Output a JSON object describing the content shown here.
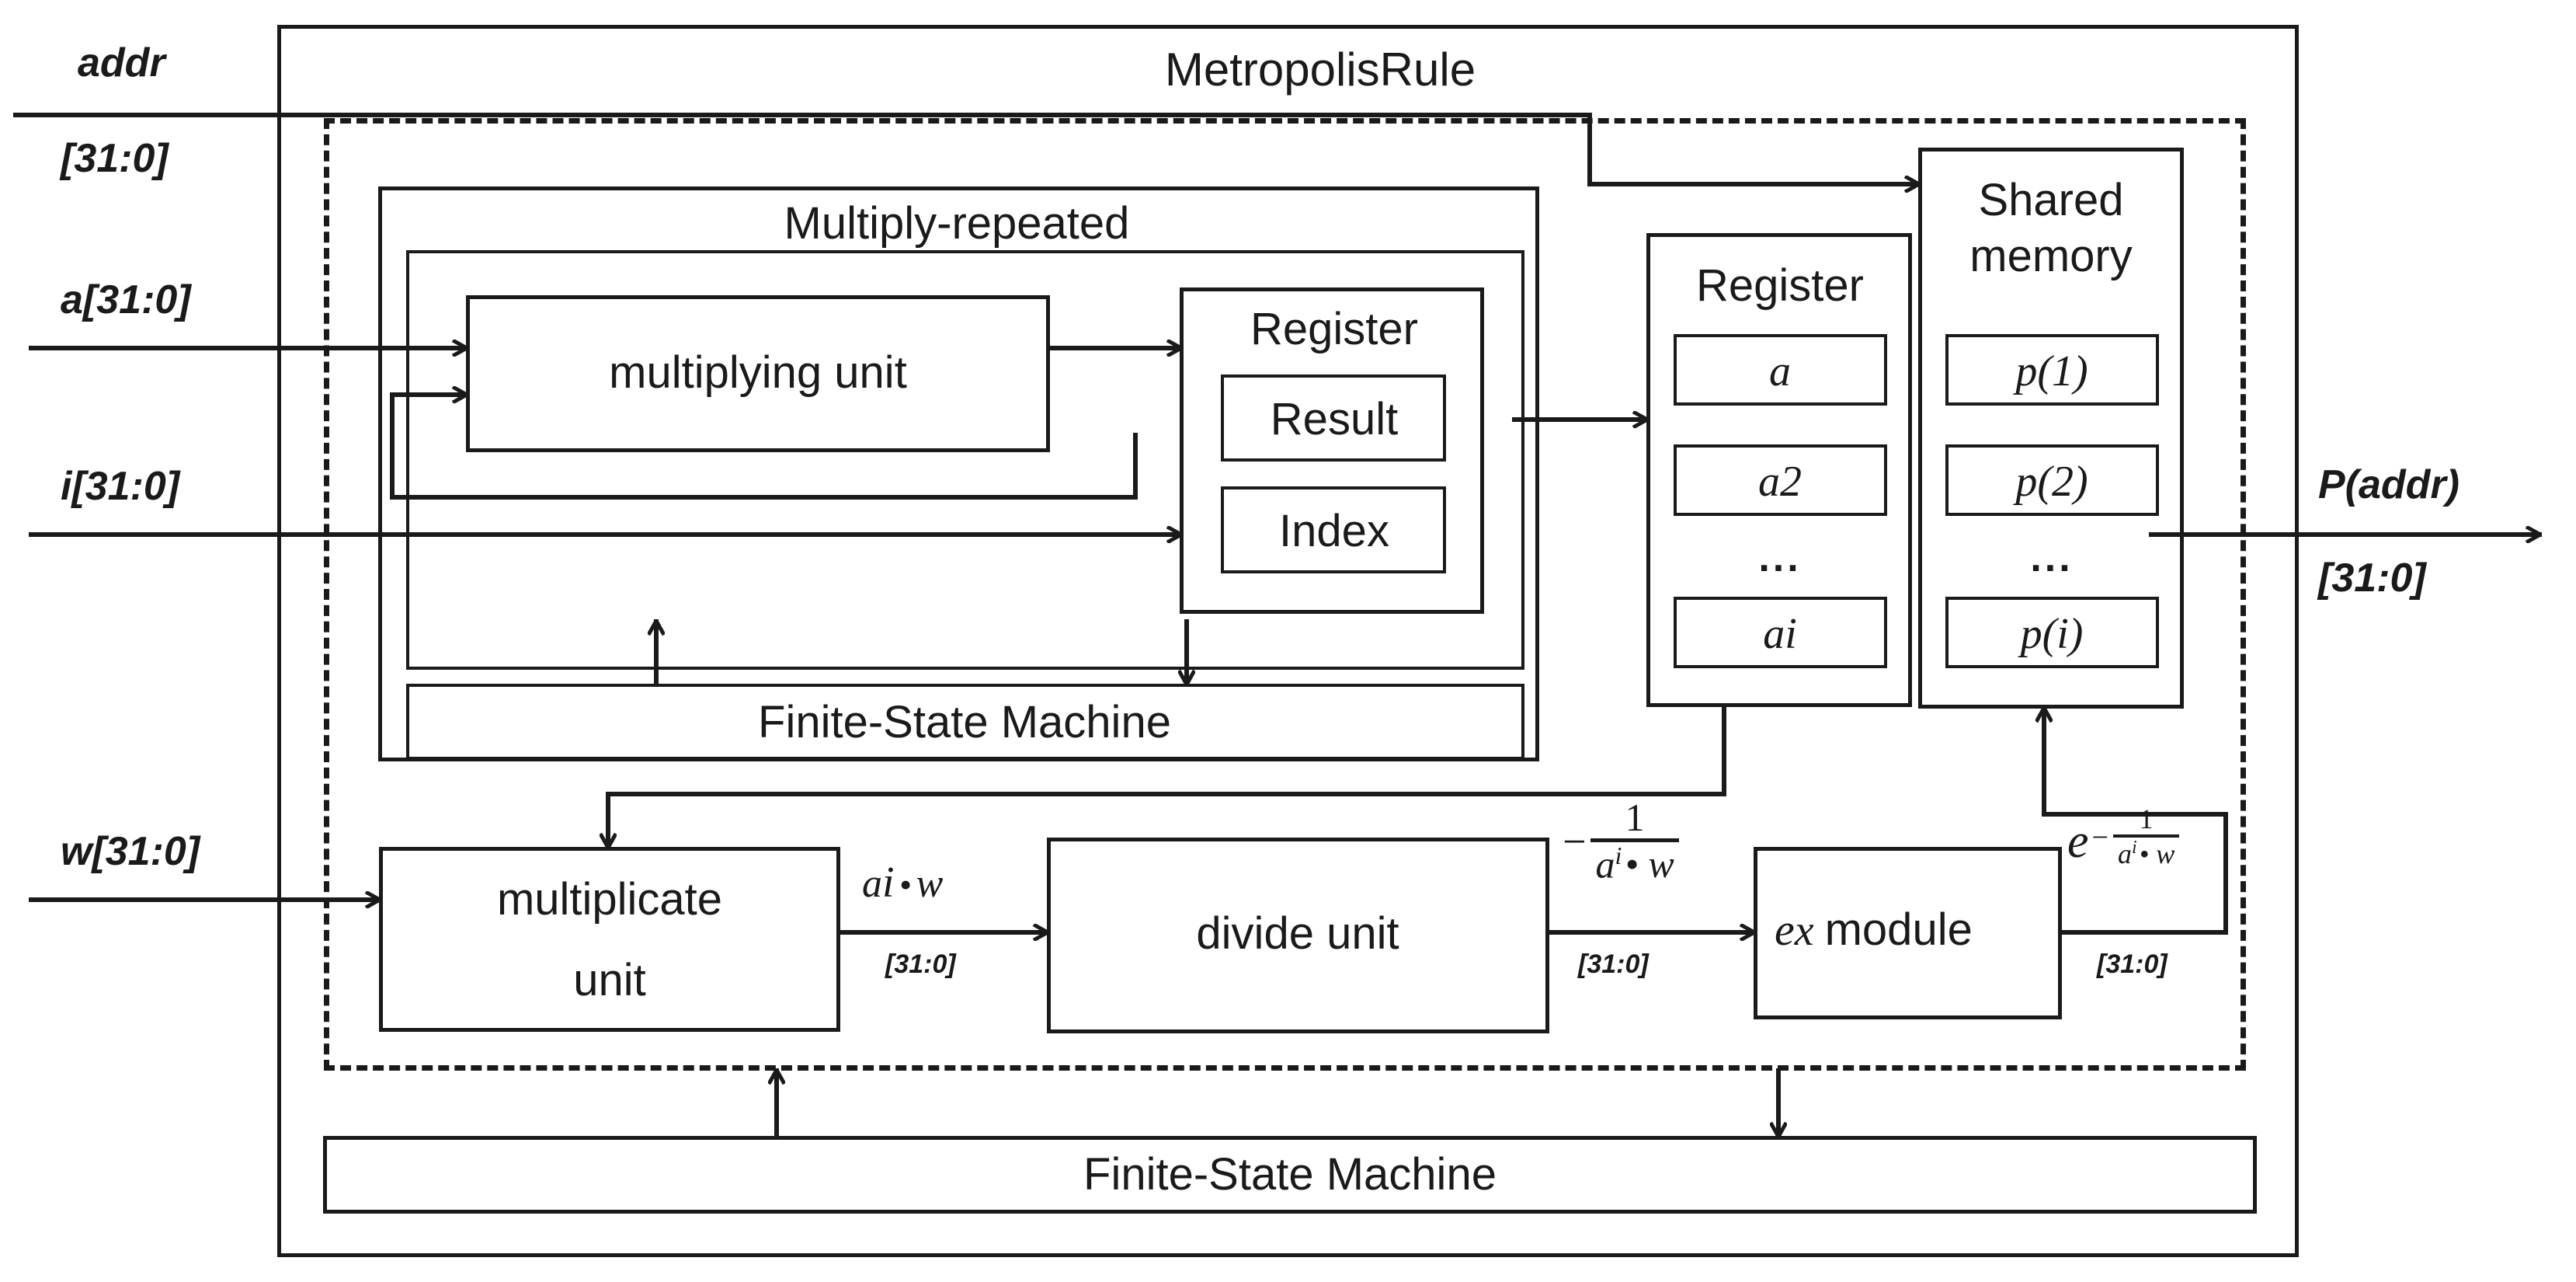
{
  "diagram": {
    "type": "block-diagram",
    "title": "MetropolisRule",
    "outer_module_label": "MetropolisRule",
    "dashed_region": "datapath-boundary"
  },
  "ports": {
    "inputs": [
      {
        "name": "addr",
        "label": "addr",
        "width": "[31:0]"
      },
      {
        "name": "a",
        "label": "a[31:0]",
        "width": ""
      },
      {
        "name": "i",
        "label": "i[31:0]",
        "width": ""
      },
      {
        "name": "w",
        "label": "w[31:0]",
        "width": ""
      }
    ],
    "outputs": [
      {
        "name": "P_addr",
        "label": "P(addr)",
        "width": "[31:0]"
      }
    ]
  },
  "blocks": {
    "multiply_repeated": "Multiply-repeated",
    "multiplying_unit": "multiplying unit",
    "register_inner": "Register",
    "result": "Result",
    "index": "Index",
    "fsm_inner": "Finite-State Machine",
    "register_bank": "Register",
    "shared_memory_line1": "Shared",
    "shared_memory_line2": "memory",
    "multiplicate_unit_line1": "multiplicate",
    "multiplicate_unit_line2": "unit",
    "divide_unit": "divide unit",
    "ex_module_base": "e",
    "ex_module_sup": "x",
    "ex_module_word": "module",
    "fsm_outer": "Finite-State Machine"
  },
  "register_bank_cells": [
    "a",
    "a2",
    "dots",
    "ai"
  ],
  "register_bank_text": {
    "cell1_base": "a",
    "cell1_sup": "",
    "cell2_base": "a",
    "cell2_sup": "2",
    "ellipsis": "...",
    "cell4_base": "a",
    "cell4_sup": "i"
  },
  "shared_memory_cells": {
    "cell1": "p(1)",
    "cell2": "p(2)",
    "ellipsis": "...",
    "cell4": "p(i)"
  },
  "signals": {
    "mul_out_num": "a",
    "mul_out_sup": "i",
    "mul_out_dot": "•",
    "mul_out_w": "w",
    "mul_out_label": "a i • w",
    "mul_out_bits": "[31:0]",
    "div_out_minus": "−",
    "div_out_numerator": "1",
    "div_out_denominator_base": "a",
    "div_out_denominator_sup": "i",
    "div_out_denominator_rest": "• w",
    "div_out_bits": "[31:0]",
    "exp_out_base": "e",
    "exp_out_minus": "−",
    "exp_out_numerator": "1",
    "exp_out_denominator_base": "a",
    "exp_out_denominator_sup": "i",
    "exp_out_denominator_rest": "• w",
    "exp_out_bits": "[31:0]"
  },
  "colors": {
    "line": "#1a1a1a",
    "background": "#ffffff"
  }
}
